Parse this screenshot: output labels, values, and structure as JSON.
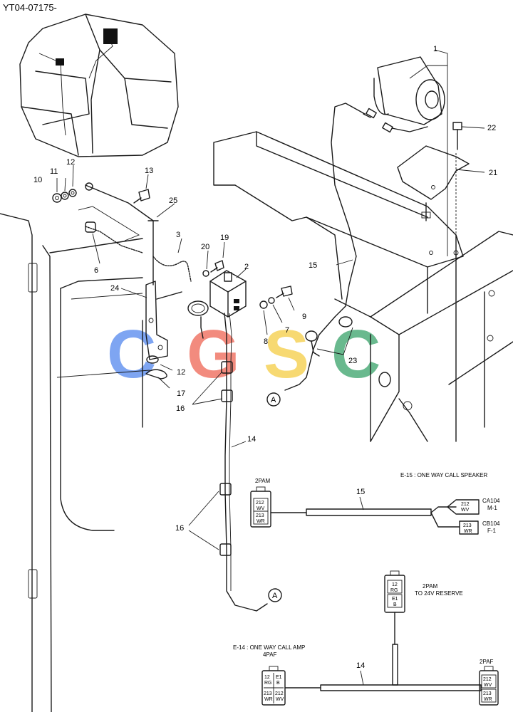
{
  "header": {
    "ref_code": "YT04-07175-"
  },
  "watermark": {
    "letters": [
      "C",
      "G",
      "S",
      "C"
    ],
    "colors": [
      "#5B8DEF",
      "#EF6B5B",
      "#F5CF4B",
      "#3FA66F"
    ]
  },
  "part_numbers": [
    "1",
    "2",
    "3",
    "6",
    "7",
    "8",
    "9",
    "10",
    "11",
    "12",
    "13",
    "14",
    "15",
    "16",
    "17",
    "19",
    "20",
    "21",
    "22",
    "23",
    "24",
    "25"
  ],
  "ref_marker": "A",
  "schematic_e15": {
    "title": "E-15 : ONE WAY CALL SPEAKER",
    "left_connector": {
      "name": "2PAM",
      "pins": [
        [
          "212",
          "WV"
        ],
        [
          "213",
          "WR"
        ]
      ]
    },
    "harness_no": "15",
    "right_connectors": [
      {
        "name": "CA104",
        "pin": "M-1",
        "code": [
          "212",
          "WV"
        ]
      },
      {
        "name": "CB104",
        "pin": "F-1",
        "code": [
          "213",
          "WR"
        ]
      }
    ]
  },
  "schematic_e14": {
    "title": "E-14 : ONE WAY CALL AMP",
    "left_connector": {
      "name": "4PAF",
      "pins": [
        [
          "12",
          "RG"
        ],
        [
          "E1",
          "B"
        ],
        [
          "213",
          "WR"
        ],
        [
          "212",
          "WV"
        ]
      ]
    },
    "top_connector": {
      "name": "2PAM",
      "note": "TO 24V RESERVE",
      "pins": [
        [
          "12",
          "RG"
        ],
        [
          "E1",
          "B"
        ]
      ]
    },
    "right_connector": {
      "name": "2PAF",
      "pins": [
        [
          "212",
          "WV"
        ],
        [
          "213",
          "WR"
        ]
      ]
    },
    "harness_no": "14"
  }
}
